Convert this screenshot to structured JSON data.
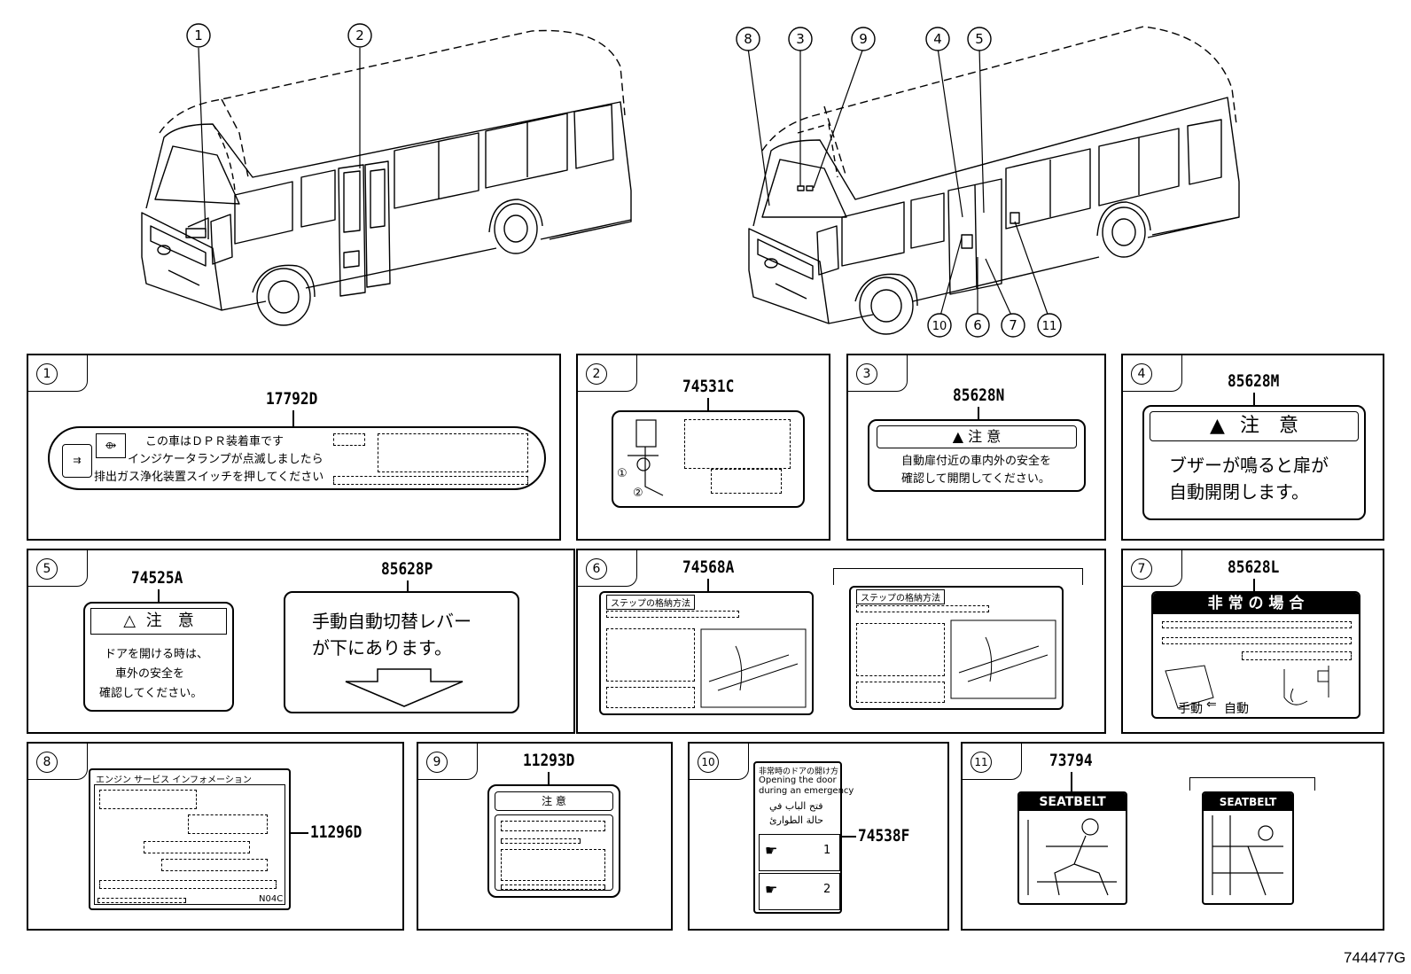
{
  "catalog_number": "744477G",
  "callouts": [
    "1",
    "2",
    "3",
    "4",
    "5",
    "6",
    "7",
    "8",
    "9",
    "10",
    "11"
  ],
  "panels": {
    "p1": {
      "num": "1",
      "part": "17792D",
      "lines": [
        "この車はＤＰＲ装着車です",
        "インジケータランプが点滅しましたら",
        "排出ガス浄化装置スイッチを押してください"
      ]
    },
    "p2": {
      "num": "2",
      "part": "74531C",
      "marks": [
        "①",
        "②"
      ]
    },
    "p3": {
      "num": "3",
      "part": "85628N",
      "title": "注 意",
      "lines": [
        "自動扉付近の車内外の安全を",
        "確認して開閉してください。"
      ]
    },
    "p4": {
      "num": "4",
      "part": "85628M",
      "title": "注　意",
      "lines": [
        "ブザーが鳴ると扉が",
        "自動開閉します。"
      ]
    },
    "p5": {
      "num": "5",
      "part_a": "74525A",
      "title_a": "注　意",
      "lines_a": [
        "ドアを開ける時は、",
        "車外の安全を",
        "確認してください。"
      ],
      "part_b": "85628P",
      "lines_b": [
        "手動自動切替レバー",
        "が下にあります。"
      ]
    },
    "p6": {
      "num": "6",
      "part": "74568A",
      "hdr_a": "ステップの格納方法",
      "hdr_b": "ステップの格納方法"
    },
    "p7": {
      "num": "7",
      "part": "85628L",
      "header": "非 常 の 場 合",
      "left_label": "手動",
      "right_label": "自動"
    },
    "p8": {
      "num": "8",
      "part": "11296D",
      "header": "エンジン サービス インフォメーション",
      "code": "N04C"
    },
    "p9": {
      "num": "9",
      "part": "11293D",
      "title": "注 意"
    },
    "p10": {
      "num": "10",
      "part": "74538F",
      "lines": [
        "非常時のドアの開け方",
        "Opening the door",
        "during an emergency",
        "فتح الباب في",
        "حالة الطوارئ"
      ],
      "steps": [
        "1",
        "2"
      ]
    },
    "p11": {
      "num": "11",
      "part": "73794",
      "label": "SEATBELT"
    }
  }
}
